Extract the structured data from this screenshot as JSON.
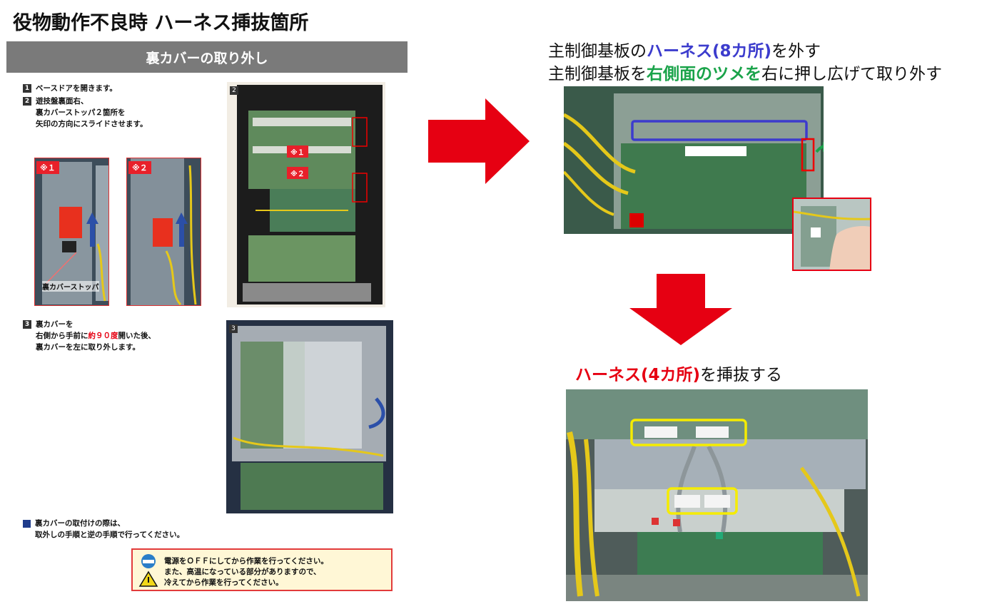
{
  "title": "役物動作不良時 ハーネス挿抜箇所",
  "section_bar": "裏カバーの取り外し",
  "steps": {
    "s1": {
      "num": "1",
      "text": "ベースドアを開きます。"
    },
    "s2": {
      "num": "2",
      "lines": [
        "遊技盤裏面右、",
        "裏カバーストッパ２箇所を",
        "矢印の方向にスライドさせます。"
      ]
    },
    "s3": {
      "num": "3",
      "line1": "裏カバーを",
      "line2_pre": "右側から手前に",
      "line2_red": "約９０度",
      "line2_post": "開いた後、",
      "line3": "裏カバーを左に取り外します。"
    }
  },
  "photo_labels": {
    "tag1": "※１",
    "tag2": "※２",
    "stopper": "裏カバーストッパ",
    "num2": "2",
    "num3": "3"
  },
  "note": {
    "line1": "裏カバーの取付けの際は、",
    "line2": "取外しの手順と逆の手順で行ってください。"
  },
  "warning": {
    "line1": "電源をＯＦＦにしてから作業を行ってください。",
    "line2": "また、高温になっている部分がありますので、",
    "line3": "冷えてから作業を行ってください。"
  },
  "right": {
    "line1": {
      "pre": "主制御基板の",
      "blue": "ハーネス(8カ所)",
      "post": "を外す"
    },
    "line2": {
      "pre": "主制御基板を",
      "green": "右側面のツメを",
      "post": "右に押し広げて取り外す"
    },
    "line3": {
      "red": "ハーネス(4カ所)",
      "post": "を挿抜する"
    }
  },
  "colors": {
    "arrow_red": "#e60012",
    "blue_frame": "#3c3ccd",
    "yellow_frame": "#f5ec00",
    "green_text": "#1aa34a"
  }
}
